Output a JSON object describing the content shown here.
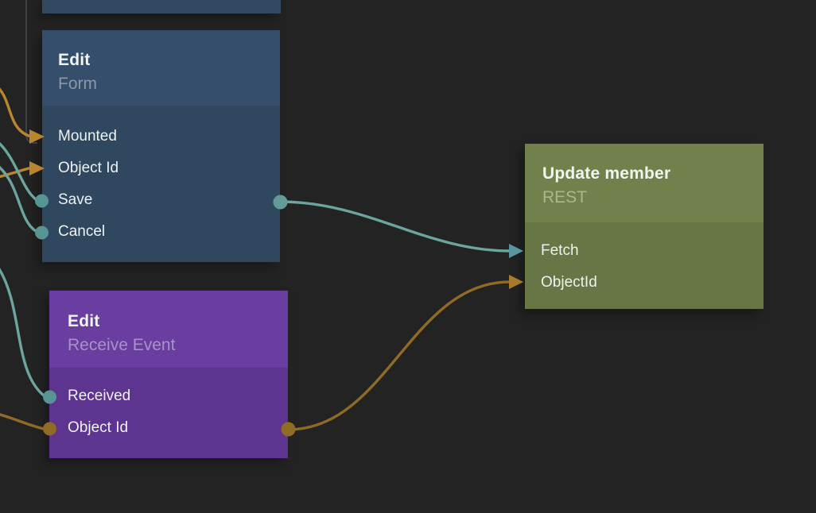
{
  "canvas": {
    "background": "#232323",
    "type": "node-graph-editor"
  },
  "nodes": {
    "edit_form": {
      "title": "Edit",
      "subtitle": "Form",
      "header_color": "#344E6C",
      "body_color": "#2F4860",
      "inputs": [
        {
          "label": "Mounted",
          "connector": "arrow",
          "color": "#B9852E"
        },
        {
          "label": "Object Id",
          "connector": "arrow",
          "color": "#B9852E"
        },
        {
          "label": "Save",
          "connector": "circle",
          "color": "#579492"
        },
        {
          "label": "Cancel",
          "connector": "circle",
          "color": "#579492"
        }
      ],
      "outputs": [
        {
          "label": "",
          "connector": "circle",
          "color": "#639B97"
        }
      ]
    },
    "edit_receive_event": {
      "title": "Edit",
      "subtitle": "Receive Event",
      "header_color": "#693EA0",
      "body_color": "#5D348F",
      "inputs": [
        {
          "label": "Received",
          "connector": "circle",
          "color": "#579492"
        },
        {
          "label": "Object Id",
          "connector": "circle",
          "color": "#8F6B26"
        }
      ],
      "outputs": [
        {
          "label": "",
          "connector": "circle",
          "color": "#8F6B26"
        }
      ]
    },
    "update_member": {
      "title": "Update member",
      "subtitle": "REST",
      "header_color": "#72814C",
      "body_color": "#677644",
      "inputs": [
        {
          "label": "Fetch",
          "connector": "arrow",
          "color": "#5B96A0"
        },
        {
          "label": "ObjectId",
          "connector": "arrow",
          "color": "#A87B2B"
        }
      ]
    }
  },
  "connections": [
    {
      "from": "offscreen-top",
      "to": "edit_form.Mounted",
      "color": "#3E4142",
      "style": "elbow"
    },
    {
      "from": "offscreen-left",
      "to": "edit_form.Mounted",
      "color": "#B9852E",
      "style": "curve-arrow"
    },
    {
      "from": "offscreen-left",
      "to": "edit_form.Object Id",
      "color": "#B9852E",
      "style": "curve-arrow"
    },
    {
      "from": "offscreen-left",
      "to": "edit_form.Save",
      "color": "#6CA49F",
      "style": "curve-circle"
    },
    {
      "from": "offscreen-left",
      "to": "edit_form.Cancel",
      "color": "#6CA49F",
      "style": "curve-circle"
    },
    {
      "from": "offscreen-left",
      "to": "edit_receive_event.Received",
      "color": "#6CA49F",
      "style": "curve-circle"
    },
    {
      "from": "offscreen-left",
      "to": "edit_receive_event.Object Id",
      "color": "#8F6B26",
      "style": "curve-circle"
    },
    {
      "from": "edit_form.output",
      "to": "update_member.Fetch",
      "color": "#6CA49F",
      "style": "s-curve-arrow"
    },
    {
      "from": "edit_receive_event.output",
      "to": "update_member.ObjectId",
      "color": "#8F6B26",
      "style": "s-curve-arrow"
    }
  ],
  "colors": {
    "teal_wire": "#6CA49F",
    "teal_port": "#579492",
    "teal_output_port": "#639B97",
    "teal_arrow": "#5B96A0",
    "orange_wire": "#B9852E",
    "gold_wire": "#8F6B26",
    "gold_arrow": "#A87B2B",
    "gray_wire": "#3E4142",
    "background": "#232323"
  }
}
